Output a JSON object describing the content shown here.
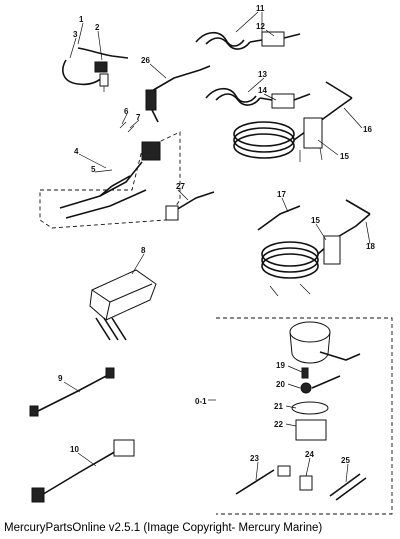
{
  "caption": "MercuryPartsOnline v2.5.1 (Image Copyright- Mercury Marine)",
  "callouts": {
    "c1": "1",
    "c2": "2",
    "c3": "3",
    "c4": "4",
    "c5": "5",
    "c6": "6",
    "c7": "7",
    "c8": "8",
    "c9": "9",
    "c10": "10",
    "c11": "11",
    "c12": "12",
    "c13": "13",
    "c14": "14",
    "c15a": "15",
    "c15b": "15",
    "c16": "16",
    "c17": "17",
    "c18": "18",
    "c19": "19",
    "c20": "20",
    "c21": "21",
    "c22": "22",
    "c23": "23",
    "c24": "24",
    "c25": "25",
    "c26": "26",
    "c27": "27",
    "c01": "0-1"
  }
}
